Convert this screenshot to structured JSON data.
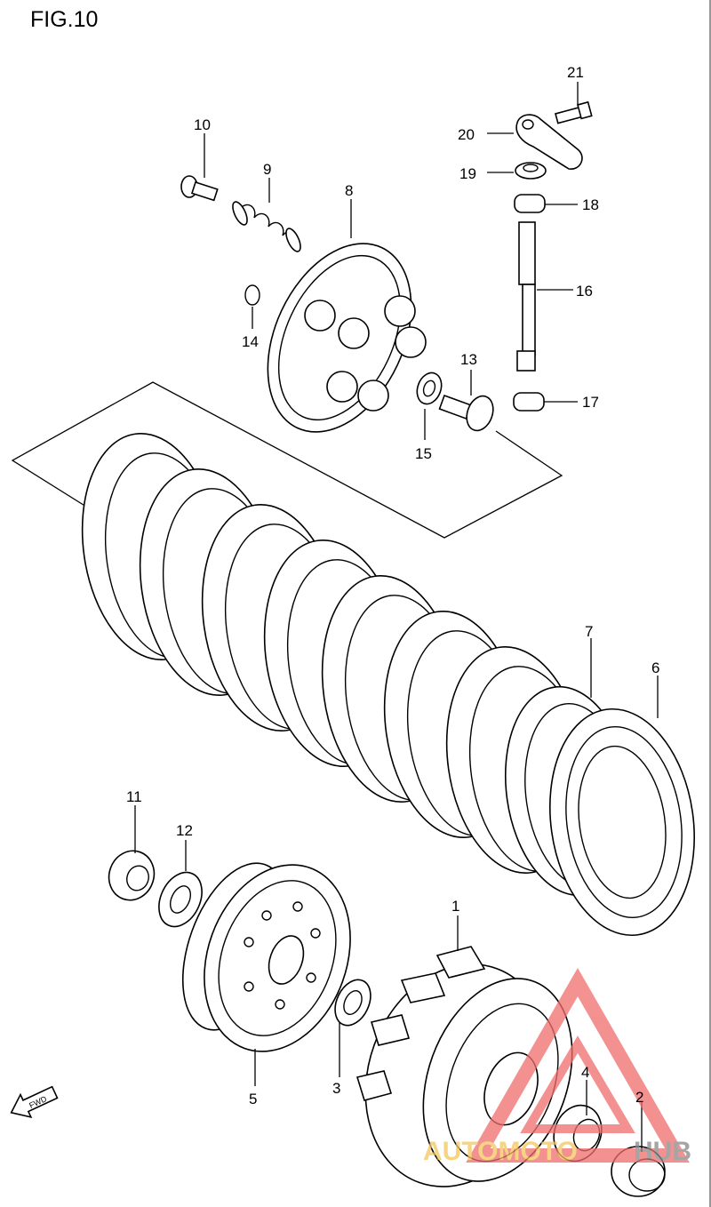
{
  "figure": {
    "title": "FIG.10"
  },
  "labels": {
    "p1": "1",
    "p2": "2",
    "p3": "3",
    "p4": "4",
    "p5": "5",
    "p6": "6",
    "p7": "7",
    "p8": "8",
    "p9": "9",
    "p10": "10",
    "p11": "11",
    "p12": "12",
    "p13": "13",
    "p14": "14",
    "p15": "15",
    "p16": "16",
    "p17": "17",
    "p18": "18",
    "p19": "19",
    "p20": "20",
    "p21": "21"
  },
  "fwd": "FWD",
  "watermark": {
    "left": "AUTOMOTO",
    "right": "HUB",
    "color": "#f06d6d",
    "accent": "#f4c65a"
  }
}
